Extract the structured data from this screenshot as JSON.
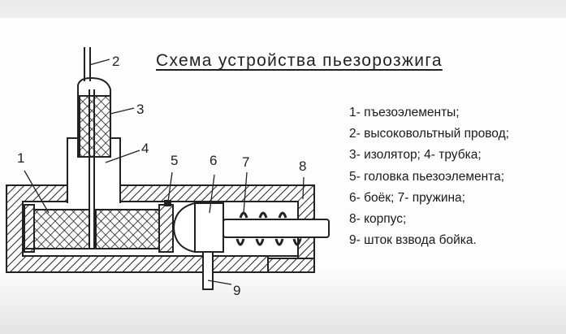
{
  "title": "Схема устройства пьезорозжига",
  "legend": [
    "1- пъезоэлементы;",
    "2- высоковольтный провод;",
    "3- изолятор;  4- трубка;",
    "5- головка пьезоэлемента;",
    "6- боёк;  7- пружина;",
    "8- корпус;",
    "9- шток взвода бойка."
  ],
  "callouts": [
    "1",
    "2",
    "3",
    "4",
    "5",
    "6",
    "7",
    "8",
    "9"
  ]
}
